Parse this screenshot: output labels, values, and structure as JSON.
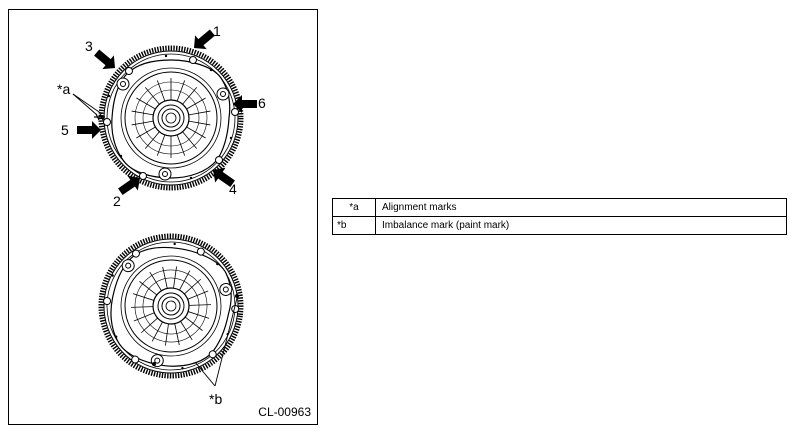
{
  "figure": {
    "callouts": {
      "n1": "1",
      "n2": "2",
      "n3": "3",
      "n4": "4",
      "n5": "5",
      "n6": "6",
      "a": "*a",
      "b": "*b"
    },
    "figure_id": "CL-00963"
  },
  "legend": [
    {
      "key": "*a",
      "text": "Alignment marks"
    },
    {
      "key": "*b",
      "text": "Imbalance mark (paint mark)"
    }
  ]
}
